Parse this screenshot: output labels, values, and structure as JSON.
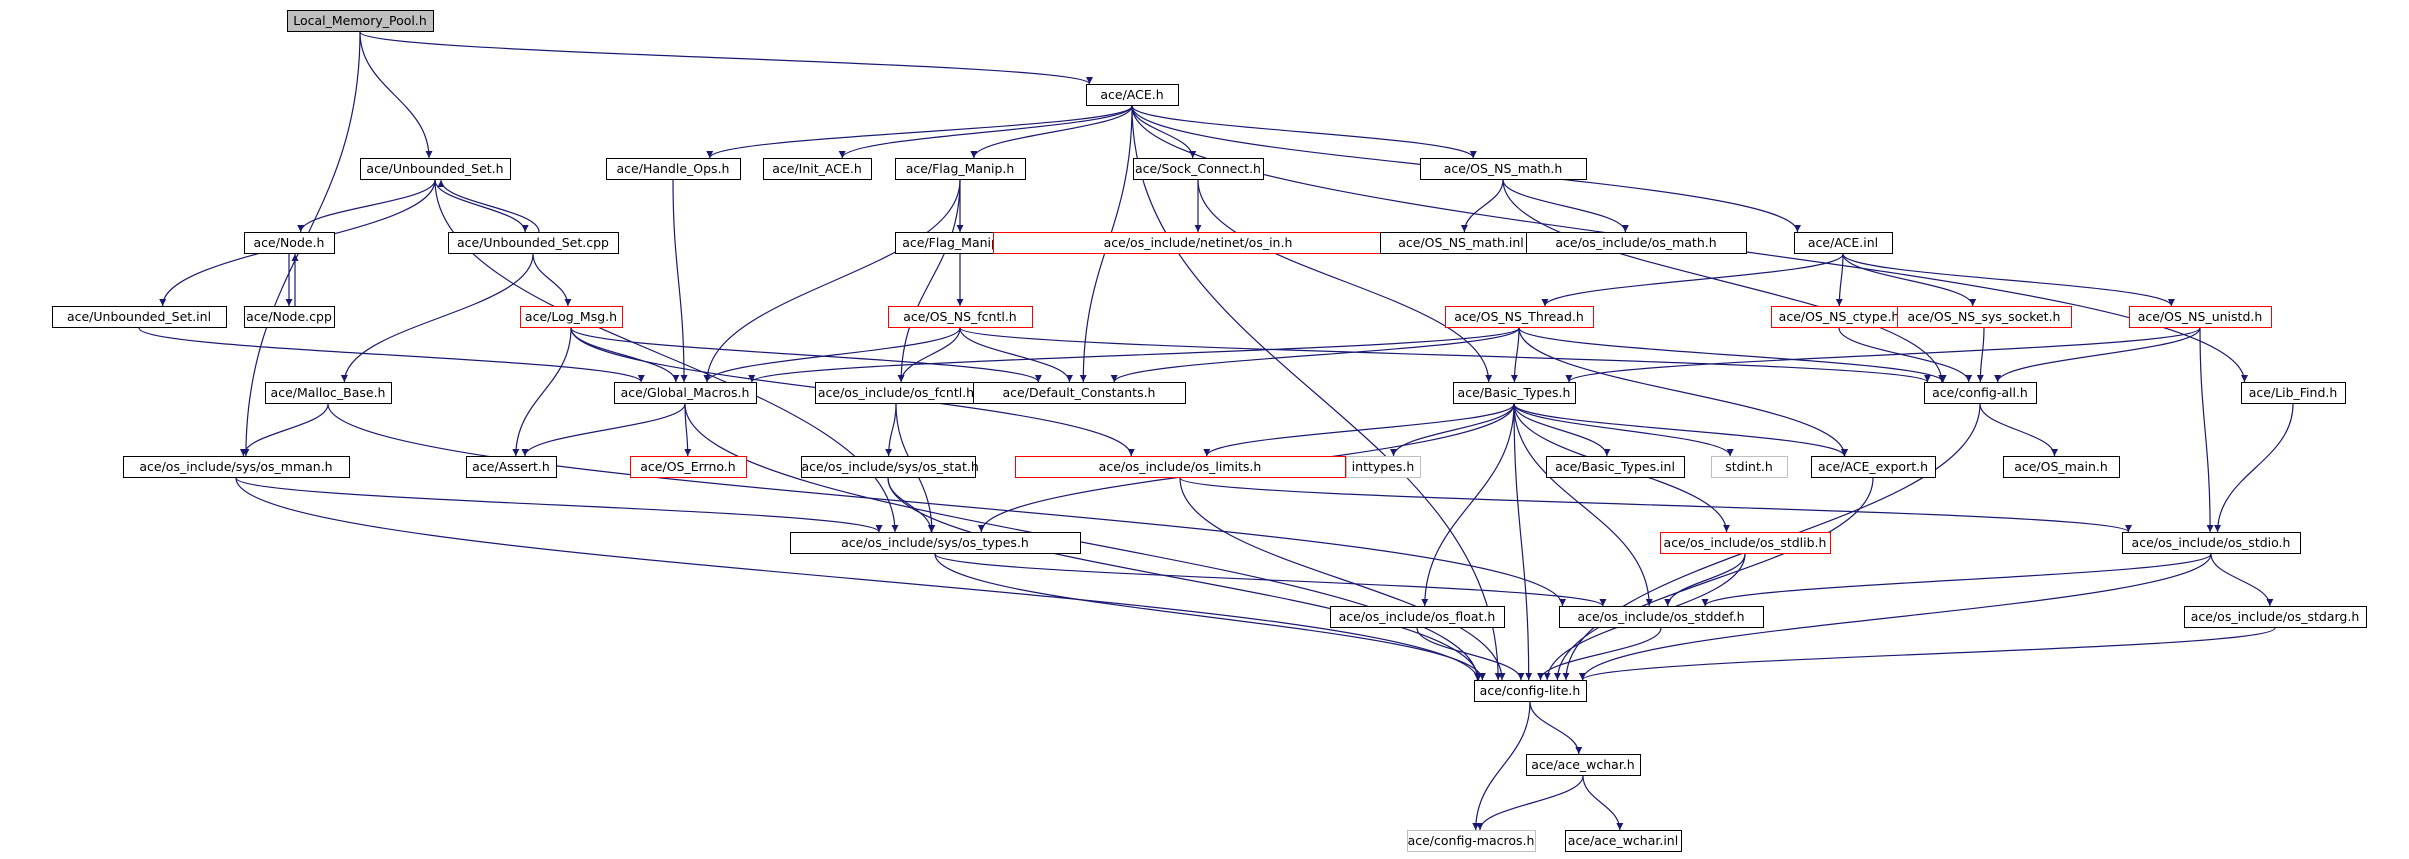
{
  "graph": {
    "root": "n0",
    "colors": {
      "edge": "#191970",
      "box": "#000000",
      "truncated": "#ff0000",
      "undocumented": "#bfbfbf",
      "root_fill": "#bfbfbf"
    },
    "nodes": [
      {
        "id": "n0",
        "label": "Local_Memory_Pool.h",
        "kind": "root"
      },
      {
        "id": "n1",
        "label": "ace/ACE.h",
        "kind": "normal"
      },
      {
        "id": "n2",
        "label": "ace/Unbounded_Set.h",
        "kind": "normal"
      },
      {
        "id": "n3",
        "label": "ace/Handle_Ops.h",
        "kind": "normal"
      },
      {
        "id": "n4",
        "label": "ace/Init_ACE.h",
        "kind": "normal"
      },
      {
        "id": "n5",
        "label": "ace/Flag_Manip.h",
        "kind": "normal"
      },
      {
        "id": "n6",
        "label": "ace/Sock_Connect.h",
        "kind": "normal"
      },
      {
        "id": "n7",
        "label": "ace/OS_NS_math.h",
        "kind": "normal"
      },
      {
        "id": "n8",
        "label": "ace/Node.h",
        "kind": "normal"
      },
      {
        "id": "n9",
        "label": "ace/Unbounded_Set.cpp",
        "kind": "normal"
      },
      {
        "id": "n10",
        "label": "ace/Flag_Manip.inl",
        "kind": "normal"
      },
      {
        "id": "n11",
        "label": "ace/os_include/netinet/os_in.h",
        "kind": "red"
      },
      {
        "id": "n12",
        "label": "ace/OS_NS_math.inl",
        "kind": "normal"
      },
      {
        "id": "n13",
        "label": "ace/os_include/os_math.h",
        "kind": "normal"
      },
      {
        "id": "n14",
        "label": "ace/ACE.inl",
        "kind": "normal"
      },
      {
        "id": "n15",
        "label": "ace/Node.cpp",
        "kind": "normal"
      },
      {
        "id": "n16",
        "label": "ace/Unbounded_Set.inl",
        "kind": "normal"
      },
      {
        "id": "n17",
        "label": "ace/Log_Msg.h",
        "kind": "red"
      },
      {
        "id": "n18",
        "label": "ace/OS_NS_fcntl.h",
        "kind": "red"
      },
      {
        "id": "n19",
        "label": "ace/OS_NS_Thread.h",
        "kind": "red"
      },
      {
        "id": "n20",
        "label": "ace/OS_NS_ctype.h",
        "kind": "red"
      },
      {
        "id": "n21",
        "label": "ace/OS_NS_sys_socket.h",
        "kind": "red"
      },
      {
        "id": "n22",
        "label": "ace/OS_NS_unistd.h",
        "kind": "red"
      },
      {
        "id": "n23",
        "label": "ace/Malloc_Base.h",
        "kind": "normal"
      },
      {
        "id": "n24",
        "label": "ace/Global_Macros.h",
        "kind": "normal"
      },
      {
        "id": "n25",
        "label": "ace/os_include/os_fcntl.h",
        "kind": "normal"
      },
      {
        "id": "n26",
        "label": "ace/Default_Constants.h",
        "kind": "normal"
      },
      {
        "id": "n27",
        "label": "ace/Basic_Types.h",
        "kind": "normal"
      },
      {
        "id": "n28",
        "label": "ace/config-all.h",
        "kind": "normal"
      },
      {
        "id": "n29",
        "label": "ace/Lib_Find.h",
        "kind": "normal"
      },
      {
        "id": "n30",
        "label": "ace/os_include/sys/os_mman.h",
        "kind": "normal"
      },
      {
        "id": "n31",
        "label": "ace/Assert.h",
        "kind": "normal"
      },
      {
        "id": "n32",
        "label": "ace/OS_Errno.h",
        "kind": "red"
      },
      {
        "id": "n33",
        "label": "ace/os_include/sys/os_stat.h",
        "kind": "normal"
      },
      {
        "id": "n34",
        "label": "ace/os_include/os_limits.h",
        "kind": "red"
      },
      {
        "id": "n35",
        "label": "inttypes.h",
        "kind": "gray"
      },
      {
        "id": "n36",
        "label": "ace/Basic_Types.inl",
        "kind": "normal"
      },
      {
        "id": "n37",
        "label": "stdint.h",
        "kind": "gray"
      },
      {
        "id": "n38",
        "label": "ace/ACE_export.h",
        "kind": "normal"
      },
      {
        "id": "n39",
        "label": "ace/OS_main.h",
        "kind": "normal"
      },
      {
        "id": "n40",
        "label": "ace/os_include/sys/os_types.h",
        "kind": "normal"
      },
      {
        "id": "n41",
        "label": "ace/os_include/os_stdlib.h",
        "kind": "red"
      },
      {
        "id": "n42",
        "label": "ace/os_include/os_stdio.h",
        "kind": "normal"
      },
      {
        "id": "n43",
        "label": "ace/os_include/os_float.h",
        "kind": "normal"
      },
      {
        "id": "n44",
        "label": "ace/os_include/os_stddef.h",
        "kind": "normal"
      },
      {
        "id": "n45",
        "label": "ace/os_include/os_stdarg.h",
        "kind": "normal"
      },
      {
        "id": "n46",
        "label": "ace/config-lite.h",
        "kind": "normal"
      },
      {
        "id": "n47",
        "label": "ace/ace_wchar.h",
        "kind": "normal"
      },
      {
        "id": "n48",
        "label": "ace/config-macros.h",
        "kind": "gray"
      },
      {
        "id": "n49",
        "label": "ace/ace_wchar.inl",
        "kind": "normal"
      }
    ],
    "edges": [
      [
        "n0",
        "n1"
      ],
      [
        "n0",
        "n2"
      ],
      [
        "n0",
        "n30"
      ],
      [
        "n1",
        "n3"
      ],
      [
        "n1",
        "n4"
      ],
      [
        "n1",
        "n5"
      ],
      [
        "n1",
        "n6"
      ],
      [
        "n1",
        "n7"
      ],
      [
        "n1",
        "n14"
      ],
      [
        "n1",
        "n26"
      ],
      [
        "n1",
        "n29"
      ],
      [
        "n1",
        "n46"
      ],
      [
        "n2",
        "n8"
      ],
      [
        "n2",
        "n9"
      ],
      [
        "n2",
        "n16"
      ],
      [
        "n2",
        "n40"
      ],
      [
        "n3",
        "n24"
      ],
      [
        "n5",
        "n10"
      ],
      [
        "n5",
        "n24"
      ],
      [
        "n5",
        "n25"
      ],
      [
        "n6",
        "n11"
      ],
      [
        "n6",
        "n27"
      ],
      [
        "n7",
        "n12"
      ],
      [
        "n7",
        "n13"
      ],
      [
        "n7",
        "n28"
      ],
      [
        "n8",
        "n15"
      ],
      [
        "n15",
        "n8"
      ],
      [
        "n9",
        "n2"
      ],
      [
        "n9",
        "n17"
      ],
      [
        "n9",
        "n23"
      ],
      [
        "n10",
        "n18"
      ],
      [
        "n14",
        "n19"
      ],
      [
        "n14",
        "n20"
      ],
      [
        "n14",
        "n21"
      ],
      [
        "n14",
        "n22"
      ],
      [
        "n16",
        "n24"
      ],
      [
        "n17",
        "n24"
      ],
      [
        "n17",
        "n26"
      ],
      [
        "n17",
        "n31"
      ],
      [
        "n17",
        "n34"
      ],
      [
        "n18",
        "n24"
      ],
      [
        "n18",
        "n25"
      ],
      [
        "n18",
        "n26"
      ],
      [
        "n18",
        "n28"
      ],
      [
        "n19",
        "n24"
      ],
      [
        "n19",
        "n26"
      ],
      [
        "n19",
        "n27"
      ],
      [
        "n19",
        "n28"
      ],
      [
        "n19",
        "n38"
      ],
      [
        "n20",
        "n28"
      ],
      [
        "n21",
        "n28"
      ],
      [
        "n22",
        "n27"
      ],
      [
        "n22",
        "n28"
      ],
      [
        "n22",
        "n42"
      ],
      [
        "n23",
        "n30"
      ],
      [
        "n23",
        "n44"
      ],
      [
        "n24",
        "n31"
      ],
      [
        "n24",
        "n32"
      ],
      [
        "n24",
        "n46"
      ],
      [
        "n25",
        "n33"
      ],
      [
        "n25",
        "n40"
      ],
      [
        "n27",
        "n34"
      ],
      [
        "n27",
        "n35"
      ],
      [
        "n27",
        "n36"
      ],
      [
        "n27",
        "n37"
      ],
      [
        "n27",
        "n38"
      ],
      [
        "n27",
        "n40"
      ],
      [
        "n27",
        "n41"
      ],
      [
        "n27",
        "n43"
      ],
      [
        "n27",
        "n44"
      ],
      [
        "n27",
        "n46"
      ],
      [
        "n28",
        "n39"
      ],
      [
        "n28",
        "n46"
      ],
      [
        "n29",
        "n42"
      ],
      [
        "n30",
        "n40"
      ],
      [
        "n30",
        "n46"
      ],
      [
        "n33",
        "n40"
      ],
      [
        "n33",
        "n46"
      ],
      [
        "n34",
        "n42"
      ],
      [
        "n34",
        "n46"
      ],
      [
        "n38",
        "n46"
      ],
      [
        "n40",
        "n44"
      ],
      [
        "n40",
        "n46"
      ],
      [
        "n41",
        "n44"
      ],
      [
        "n41",
        "n46"
      ],
      [
        "n42",
        "n44"
      ],
      [
        "n42",
        "n45"
      ],
      [
        "n42",
        "n46"
      ],
      [
        "n43",
        "n46"
      ],
      [
        "n44",
        "n46"
      ],
      [
        "n45",
        "n46"
      ],
      [
        "n46",
        "n47"
      ],
      [
        "n46",
        "n48"
      ],
      [
        "n47",
        "n48"
      ],
      [
        "n47",
        "n49"
      ]
    ]
  }
}
